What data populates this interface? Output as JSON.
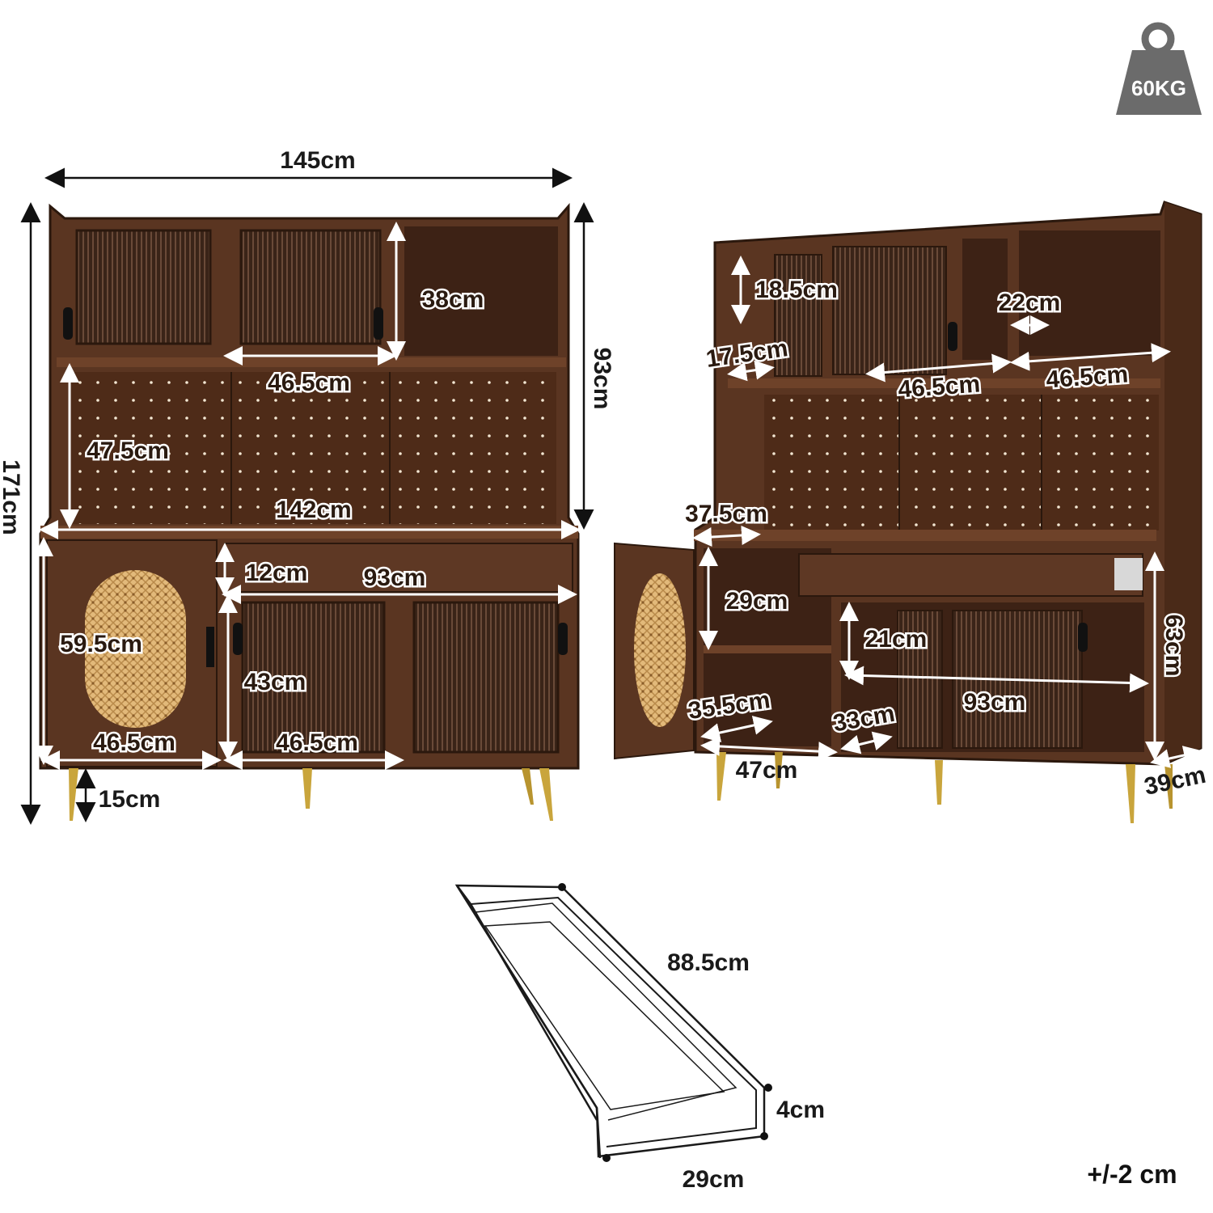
{
  "weight_badge": {
    "label": "60KG"
  },
  "front_view": {
    "total_width": "145cm",
    "total_height": "171cm",
    "hutch_height": "93cm",
    "top_cabinet_height": "38cm",
    "top_door_width": "46.5cm",
    "pegboard_height": "47.5cm",
    "counter_width": "142cm",
    "drawer_height": "12cm",
    "drawer_width": "93cm",
    "base_height": "59.5cm",
    "lower_cabinet_height": "43cm",
    "left_door_width": "46.5cm",
    "lower_door_width": "46.5cm",
    "leg_height": "15cm"
  },
  "side_view": {
    "small_cab_height": "18.5cm",
    "small_cab_width": "17.5cm",
    "open_shelf_width": "22cm",
    "upper_door_width": "46.5cm",
    "upper_right_width": "46.5cm",
    "counter_depth": "37.5cm",
    "left_compartment_height": "29cm",
    "right_compartment_height": "21cm",
    "base_cabinet_height": "63cm",
    "shelf_width": "93cm",
    "left_depth": "35.5cm",
    "middle_depth": "33cm",
    "left_width": "47cm",
    "total_depth": "39cm"
  },
  "drawer_view": {
    "length": "88.5cm",
    "height": "4cm",
    "width": "29cm"
  },
  "tolerance": "+/-2 cm",
  "colors": {
    "wood": "#5a3521",
    "wood_dark": "#3d2215",
    "rattan": "#e2b97a",
    "gold": "#c9a53c",
    "badge": "#6b6b6b"
  }
}
